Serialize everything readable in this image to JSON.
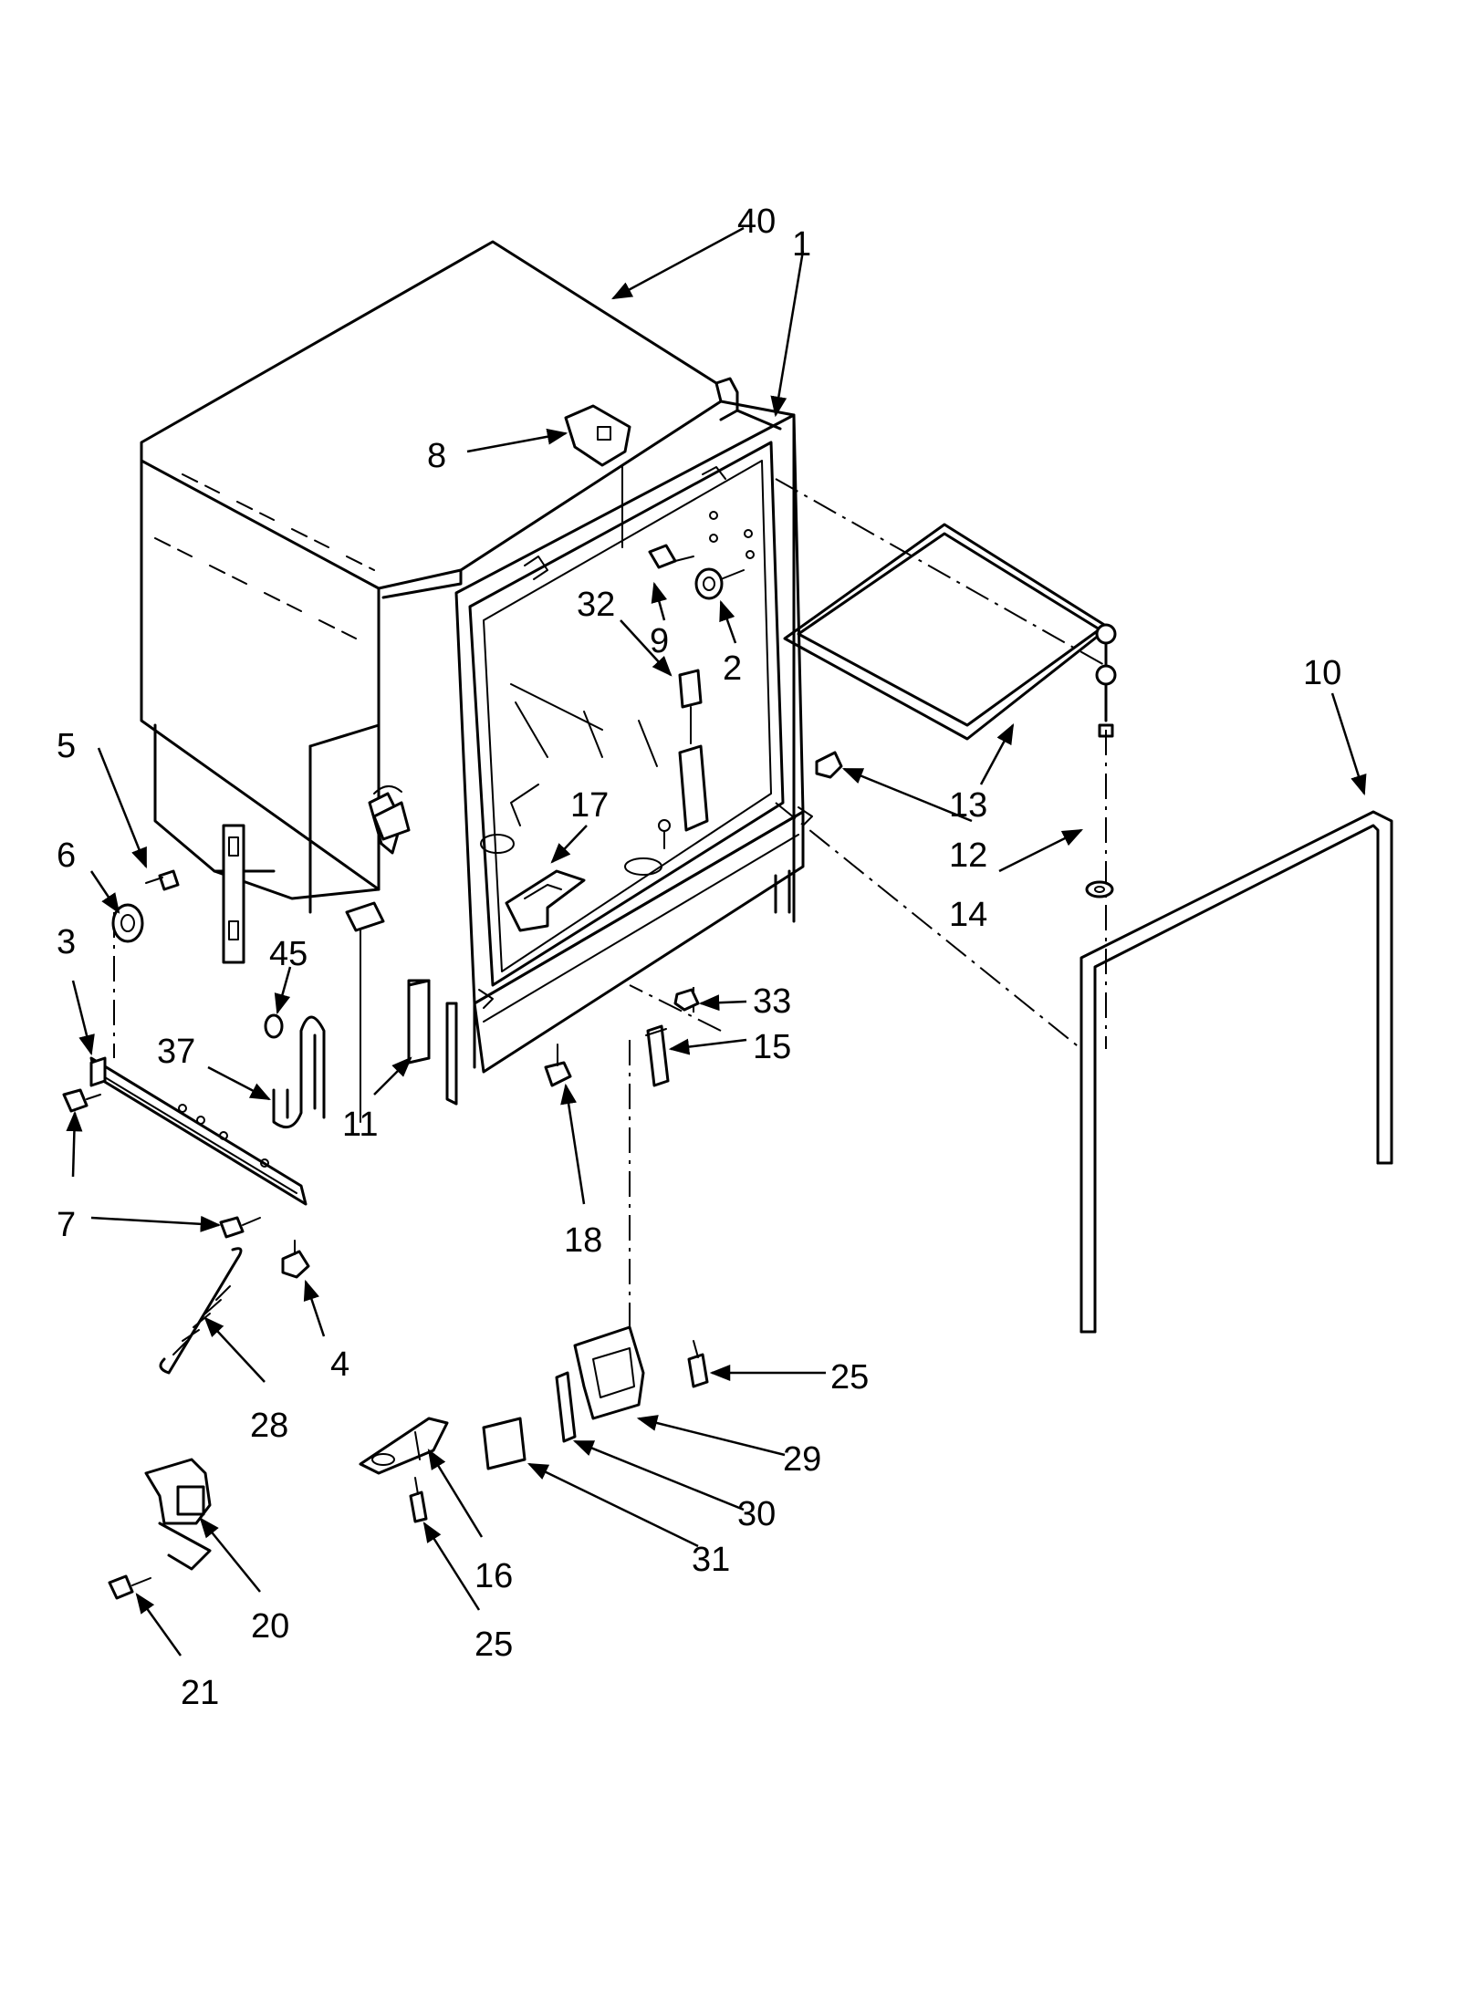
{
  "diagram": {
    "callouts": {
      "c40": "40",
      "c1": "1",
      "c8": "8",
      "c32": "32",
      "c9": "9",
      "c2": "2",
      "c10": "10",
      "c13": "13",
      "c12": "12",
      "c14": "14",
      "c5": "5",
      "c6": "6",
      "c3": "3",
      "c17": "17",
      "c45": "45",
      "c37": "37",
      "c11": "11",
      "c33": "33",
      "c15": "15",
      "c7": "7",
      "c18": "18",
      "c4": "4",
      "c28": "28",
      "c25a": "25",
      "c29": "29",
      "c30": "30",
      "c31": "31",
      "c16": "16",
      "c20": "20",
      "c21": "21",
      "c25b": "25"
    }
  }
}
